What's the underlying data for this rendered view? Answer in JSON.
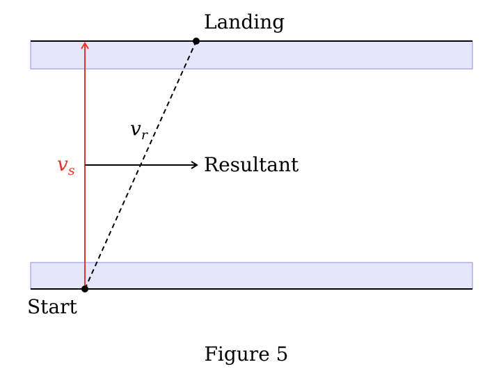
{
  "diagram": {
    "labels": {
      "landing": "Landing",
      "start": "Start",
      "resultant": "Resultant",
      "v_s_base": "v",
      "v_s_sub": "s",
      "v_r_base": "v",
      "v_r_sub": "r"
    },
    "caption": "Figure 5",
    "colors": {
      "bank_fill": "#e5e6fa",
      "bank_stroke": "#8a8ef0",
      "vs_arrow": "#e8332a",
      "line": "#000000"
    }
  }
}
